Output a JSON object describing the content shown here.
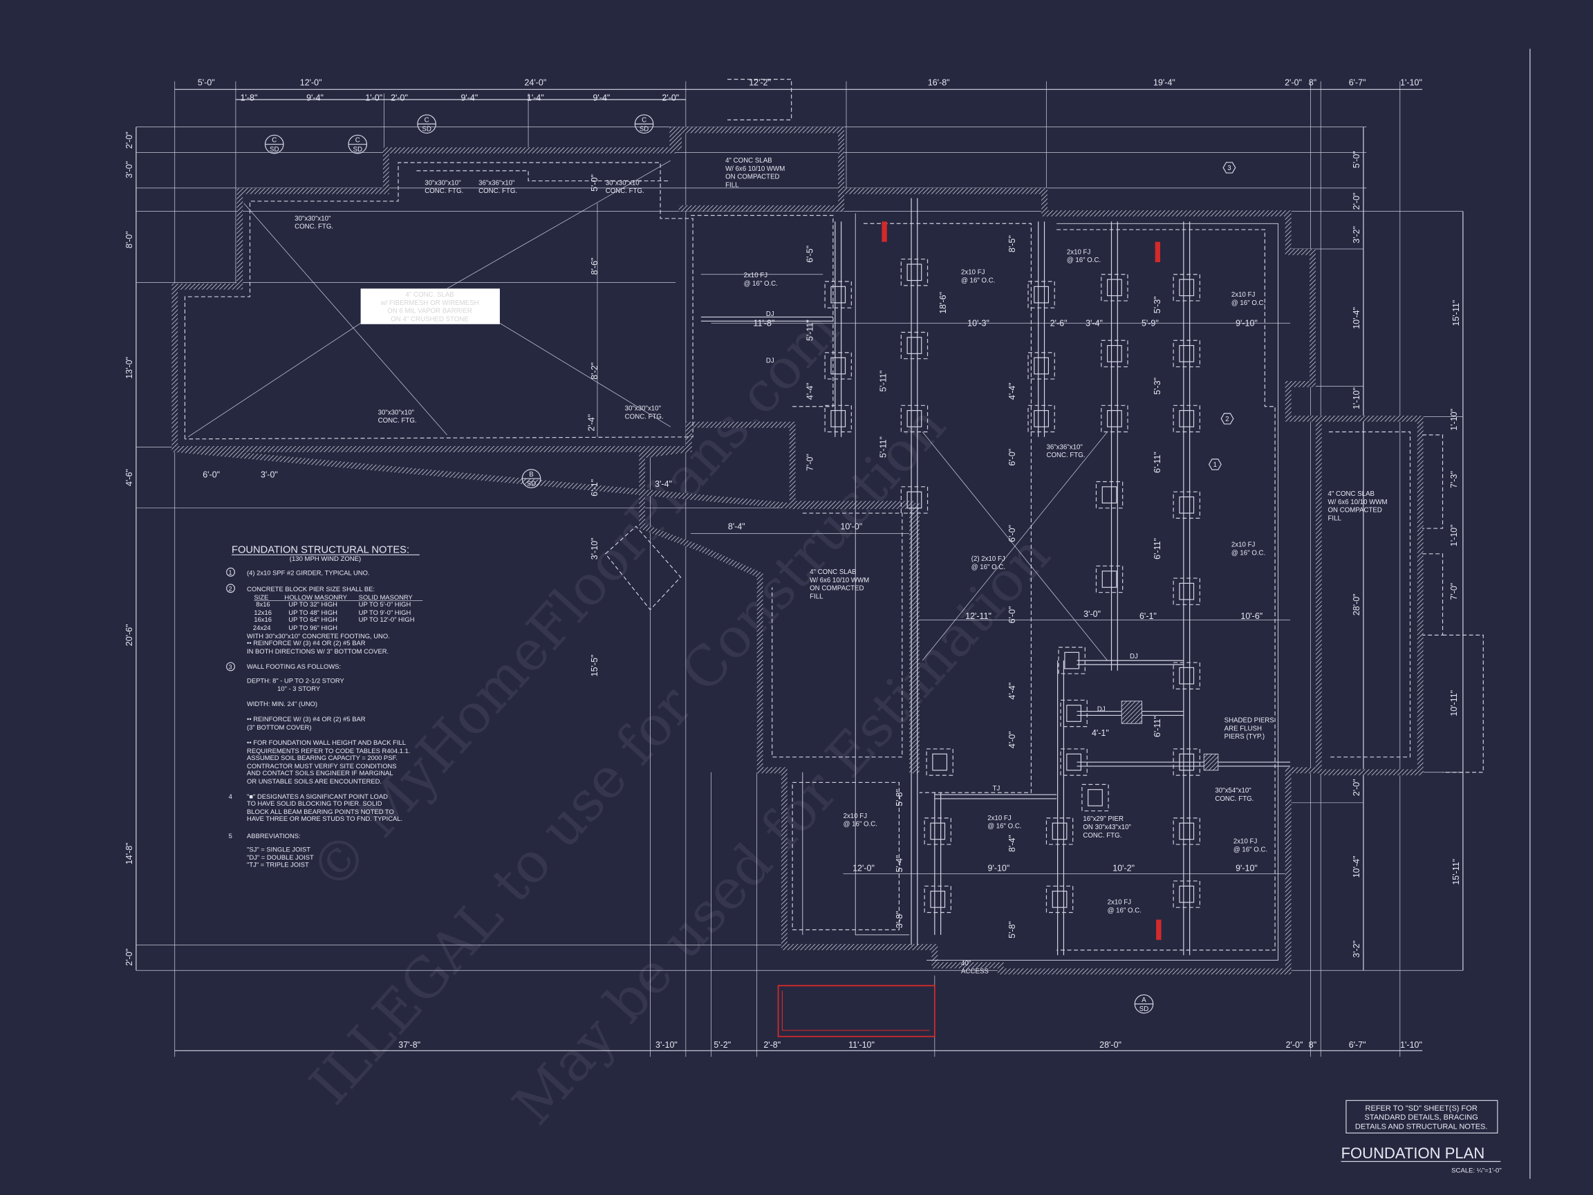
{
  "colors": {
    "background": "#262840",
    "linework": "#d7d9e6",
    "accent_red": "#d42a2a",
    "label_box": "#ffffff"
  },
  "title": "FOUNDATION PLAN",
  "scale": "SCALE: ¼\"=1'-0\"",
  "refer_note": [
    "REFER TO \"SD\"  SHEET(S) FOR",
    "STANDARD DETAILS, BRACING",
    "DETAILS AND STRUCTURAL NOTES."
  ],
  "garage_slab_note": [
    "4\" CONC. SLAB",
    "w/ FIBERMESH OR WIREMESH",
    "ON 6 MIL VAPOR BARRIER",
    "ON 4\" CRUSHED STONE"
  ],
  "notes": {
    "heading": "FOUNDATION STRUCTURAL NOTES:",
    "subheading": "(130 MPH WIND ZONE)",
    "n1_marker": "1",
    "n1": "(4) 2x10 SPF #2 GIRDER, TYPICAL UNO.",
    "n2_marker": "2",
    "n2": "CONCRETE BLOCK PIER SIZE SHALL BE:",
    "pier_table": {
      "headers": [
        "SIZE",
        "HOLLOW MASONRY",
        "SOLID MASONRY"
      ],
      "rows": [
        [
          "8x16",
          "UP TO 32\" HIGH",
          "UP TO 5'-0\" HIGH"
        ],
        [
          "12x16",
          "UP TO 48\" HIGH",
          "UP TO 9'-0\" HIGH"
        ],
        [
          "16x16",
          "UP TO 64\" HIGH",
          "UP TO 12'-0\" HIGH"
        ],
        [
          "24x24",
          "UP TO 96\" HIGH",
          ""
        ]
      ]
    },
    "n2_after": [
      "WITH 30\"x30\"x10\" CONCRETE FOOTING, UNO.",
      "•• REINFORCE W/ (3) #4 OR (2) #5 BAR",
      "IN BOTH DIRECTIONS W/ 3\" BOTTOM COVER."
    ],
    "n3_marker": "3",
    "n3": "WALL FOOTING AS FOLLOWS:",
    "n3_depth": [
      "DEPTH: 8\" - UP TO 2-1/2 STORY",
      "10\" - 3 STORY"
    ],
    "n3_width": "WIDTH:  MIN. 24\" (UNO)",
    "n3_reinforce": [
      "•• REINFORCE W/ (3) #4 OR (2) #5 BAR",
      "(3\" BOTTOM COVER)"
    ],
    "n3_wall": [
      "•• FOR FOUNDATION WALL HEIGHT AND BACK FILL",
      "REQUIREMENTS REFER TO CODE TABLES R404.1.1.",
      "ASSUMED SOIL BEARING CAPACITY = 2000 PSF.",
      "CONTRACTOR MUST VERIFY SITE CONDITIONS",
      "AND CONTACT SOILS ENGINEER IF MARGINAL",
      "OR UNSTABLE SOILS ARE ENCOUNTERED."
    ],
    "n4_marker": "4",
    "n4": [
      "\"■\" DESIGNATES A SIGNIFICANT POINT LOAD",
      "TO HAVE SOLID BLOCKING TO PIER.  SOLID",
      "BLOCK ALL BEAM BEARING POINTS NOTED TO",
      "HAVE THREE OR MORE STUDS TO FND. TYPICAL."
    ],
    "n5_marker": "5",
    "n5": "ABBREVIATIONS:",
    "abbrev": [
      "\"SJ\" = SINGLE JOIST",
      "\"DJ\" = DOUBLE JOIST",
      "\"TJ\" = TRIPLE JOIST"
    ]
  },
  "dims": {
    "top_outer": [
      "5'-0\"",
      "12'-0\"",
      "24'-0\"",
      "12'-2\"",
      "16'-8\"",
      "19'-4\"",
      "2'-0\"",
      "8\"",
      "6'-7\"",
      "1'-10\""
    ],
    "top_inner": [
      "1'-8\"",
      "9'-4\"",
      "1'-0\"",
      "2'-0\"",
      "9'-4\"",
      "1'-4\"",
      "9'-4\"",
      "2'-0\""
    ],
    "bottom": [
      "37'-8\"",
      "3'-10\"",
      "5'-2\"",
      "2'-8\"",
      "11'-10\"",
      "28'-0\"",
      "2'-0\"",
      "8\"",
      "6'-7\"",
      "1'-10\""
    ],
    "left": [
      "2'-0\"",
      "3'-0\"",
      "8'-0\"",
      "13'-0\"",
      "4'-6\"",
      "20'-6\"",
      "14'-8\"",
      "2'-0\""
    ],
    "right": [
      "5'-0\"",
      "2'-0\"",
      "3'-2\"",
      "10'-4\"",
      "1'-10\"",
      "28'-0\"",
      "2'-0\"",
      "10'-4\"",
      "3'-2\""
    ],
    "far_right": [
      "15'-11\"",
      "15'-11\""
    ],
    "right_room": [
      "1'-10\"",
      "7'-3\"",
      "1'-10\"",
      "7'-0\"",
      "10'-11\""
    ],
    "interior": [
      "11'-8\"",
      "10'-3\"",
      "2'-6\"",
      "3'-4\"",
      "5'-9\"",
      "9'-10\"",
      "8'-4\"",
      "10'-0\"",
      "3'-4\"",
      "12'-11\"",
      "3'-0\"",
      "6'-1\"",
      "10'-6\"",
      "4'-1\"",
      "12'-0\"",
      "9'-10\"",
      "10'-2\"",
      "9'-10\"",
      "6'-0\"",
      "3'-0\"",
      "5'-0\"",
      "8'-6\"",
      "8'-2\"",
      "2'-4\"",
      "6'-1\"",
      "3'-10\"",
      "15'-5\"",
      "6'-5\"",
      "5'-11\"",
      "5'-11\"",
      "4'-4\"",
      "7'-0\"",
      "18'-6\"",
      "8'-5\"",
      "5'-11\"",
      "4'-4\"",
      "6'-0\"",
      "6'-0\"",
      "6'-0\"",
      "4'-4\"",
      "4'-0\"",
      "6'-11\"",
      "6'-11\"",
      "6'-11\"",
      "5'-3\"",
      "5'-3\"",
      "5'-8\"",
      "5'-4\"",
      "3'-8\"",
      "5'-8\"",
      "8'-4\""
    ]
  },
  "callouts": [
    [
      "4\" CONC SLAB",
      "W/ 6x6 10/10 WWM",
      "ON COMPACTED",
      "FILL"
    ],
    [
      "4\" CONC SLAB",
      "W/ 6x6 10/10 WWM",
      "ON COMPACTED",
      "FILL"
    ],
    [
      "4\" CONC SLAB",
      "W/ 6x6 10/10 WWM",
      "ON COMPACTED",
      "FILL"
    ],
    [
      "30\"x30\"x10\"",
      "CONC. FTG."
    ],
    [
      "30\"x30\"x10\"",
      "CONC. FTG."
    ],
    [
      "36\"x36\"x10\"",
      "CONC. FTG."
    ],
    [
      "30\"x30\"x10\"",
      "CONC. FTG."
    ],
    [
      "30\"x30\"x10\"",
      "CONC. FTG."
    ],
    [
      "30\"x30\"x10\"",
      "CONC. FTG."
    ],
    [
      "36\"x36\"x10\"",
      "CONC. FTG."
    ],
    [
      "2x10 FJ",
      "@ 16\" O.C."
    ],
    [
      "2x10 FJ",
      "@ 16\" O.C."
    ],
    [
      "2x10 FJ",
      "@ 16\" O.C."
    ],
    [
      "2x10 FJ",
      "@ 16\" O.C."
    ],
    [
      "2x10 FJ",
      "@ 16\" O.C."
    ],
    [
      "2x10 FJ",
      "@ 16\" O.C."
    ],
    [
      "2x10 FJ",
      "@ 16\" O.C."
    ],
    [
      "2x10 FJ",
      "@ 16\" O.C."
    ],
    [
      "2x10 FJ",
      "@ 16\" O.C."
    ],
    [
      "(2) 2x10 FJ",
      "@ 16\" O.C."
    ],
    [
      "16\"x29\" PIER",
      "ON 30\"x43\"x10\"",
      "CONC. FTG."
    ],
    [
      "30\"x54\"x10\"",
      "CONC. FTG."
    ],
    [
      "SHADED PIERS",
      "ARE FLUSH",
      "PIERS (TYP.)"
    ],
    [
      "40\"",
      "ACCESS"
    ],
    [
      "DJ"
    ],
    [
      "DJ"
    ],
    [
      "DJ"
    ],
    [
      "DJ"
    ],
    [
      "TJ"
    ]
  ],
  "section_markers": [
    [
      "C",
      "SD"
    ],
    [
      "C",
      "SD"
    ],
    [
      "C",
      "SD"
    ],
    [
      "C",
      "SD"
    ],
    [
      "B",
      "SD"
    ],
    [
      "A",
      "SD"
    ]
  ],
  "note_tags": [
    "1",
    "2",
    "3"
  ],
  "watermark": [
    "© MyHomeFloorPlans.com",
    "ILLEGAL to use for Construction",
    "May be used for Estimation"
  ]
}
